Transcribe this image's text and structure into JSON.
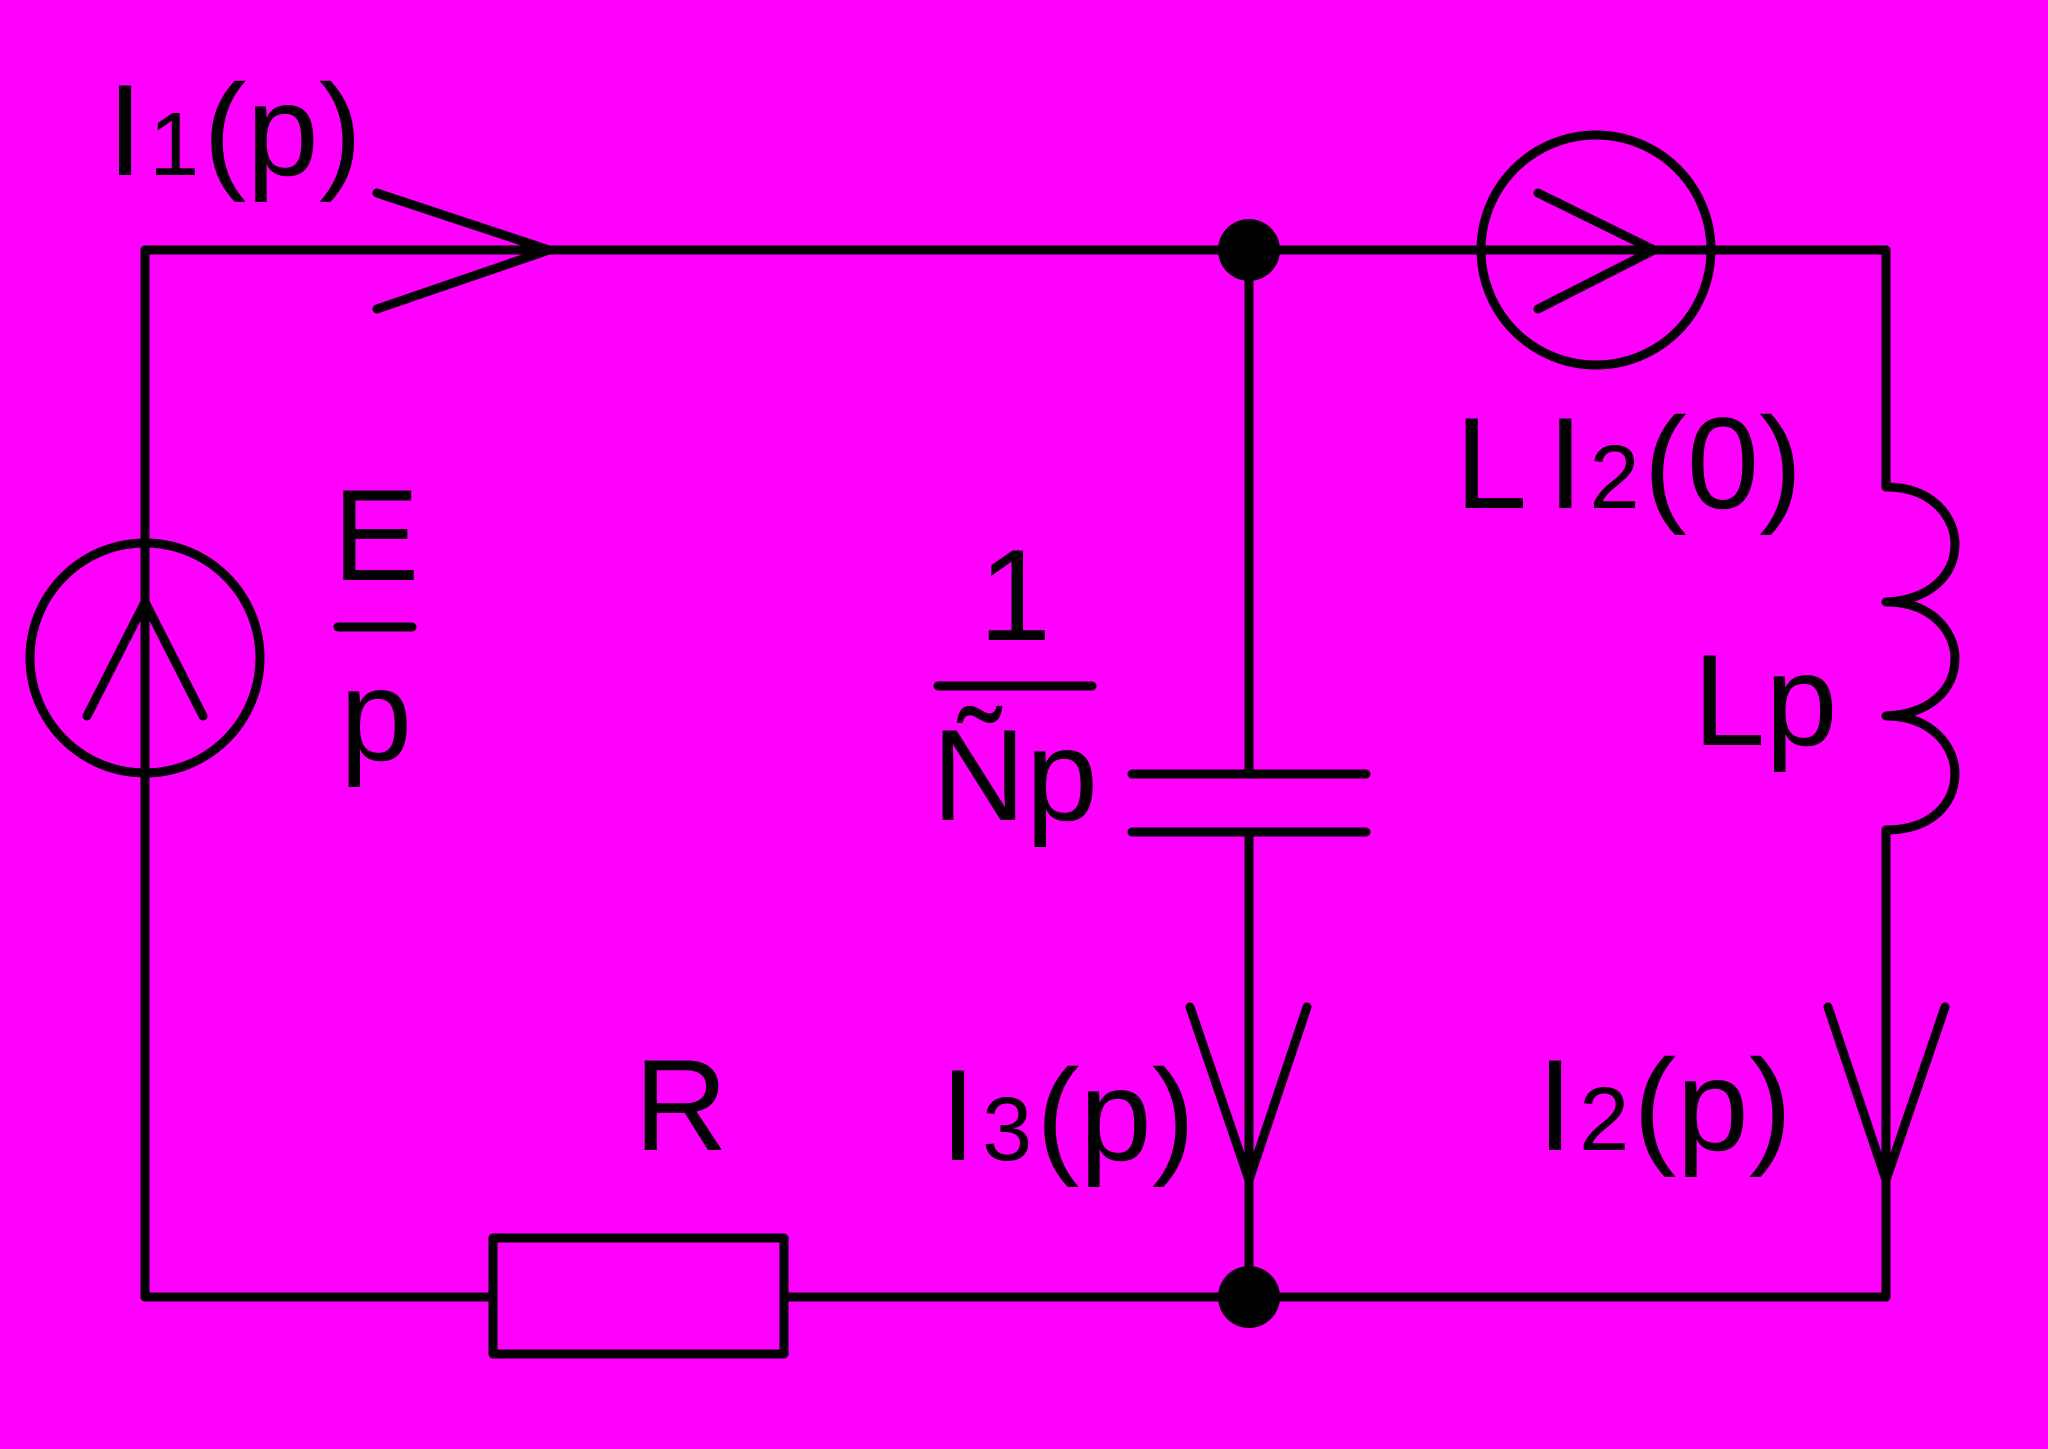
{
  "background_color": "#ff00ff",
  "line_color": "#000000",
  "labels": {
    "i1": {
      "main": "I",
      "sub": "1",
      "tail": "(p)"
    },
    "source_fraction": {
      "numerator": "E",
      "denominator": "p"
    },
    "capacitor_fraction": {
      "numerator": "1",
      "denominator": "Ñp"
    },
    "inductor_source": {
      "prefix": "L",
      "main": "I",
      "sub": "2",
      "tail": "(0)"
    },
    "inductor": "Lp",
    "resistor": "R",
    "i3": {
      "main": "I",
      "sub": "3",
      "tail": "(p)"
    },
    "i2": {
      "main": "I",
      "sub": "2",
      "tail": "(p)"
    }
  }
}
